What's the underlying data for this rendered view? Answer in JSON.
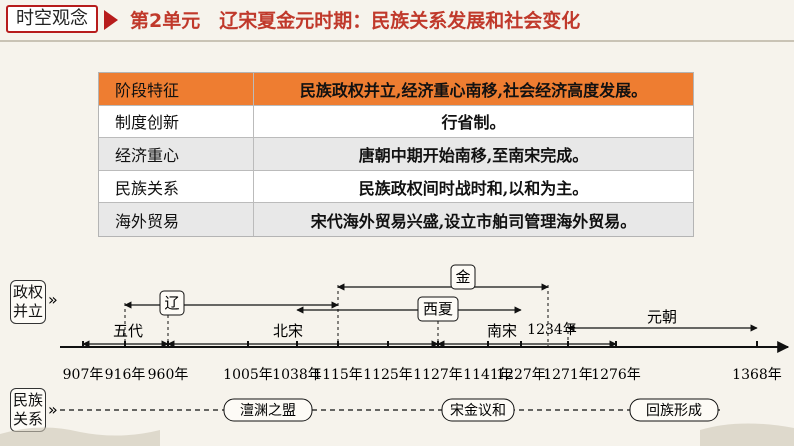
{
  "header": {
    "badge": "时空观念",
    "title": "第2单元　辽宋夏金元时期：民族关系发展和社会变化"
  },
  "table": {
    "rows": [
      {
        "label": "阶段特征",
        "value": "民族政权并立,经济重心南移,社会经济高度发展。"
      },
      {
        "label": "制度创新",
        "value": "行省制。"
      },
      {
        "label": "经济重心",
        "value": "唐朝中期开始南移,至南宋完成。"
      },
      {
        "label": "民族关系",
        "value": "民族政权间时战时和,以和为主。"
      },
      {
        "label": "海外贸易",
        "value": "宋代海外贸易兴盛,设立市舶司管理海外贸易。"
      }
    ],
    "colors": {
      "head": "#ee7d31",
      "odd": "#e8e8e8",
      "even": "#ffffff"
    }
  },
  "timeline": {
    "row_labels": {
      "regimes": "政权并立",
      "relations": "民族关系"
    },
    "years": [
      "907年",
      "916年",
      "960年",
      "1005年",
      "1038年",
      "1115年",
      "1125年",
      "1127年",
      "1141年",
      "1227年",
      "1271年",
      "1276年",
      "1368年"
    ],
    "regimes": [
      {
        "name": "五代",
        "boxed": false
      },
      {
        "name": "辽",
        "boxed": true
      },
      {
        "name": "北宋",
        "boxed": false
      },
      {
        "name": "金",
        "boxed": true
      },
      {
        "name": "西夏",
        "boxed": true
      },
      {
        "name": "南宋",
        "boxed": false
      },
      {
        "name": "元朝",
        "boxed": false
      }
    ],
    "end_marker": "1234年",
    "events": [
      "澶渊之盟",
      "宋金议和",
      "回族形成"
    ],
    "arrow_marks": "»"
  }
}
